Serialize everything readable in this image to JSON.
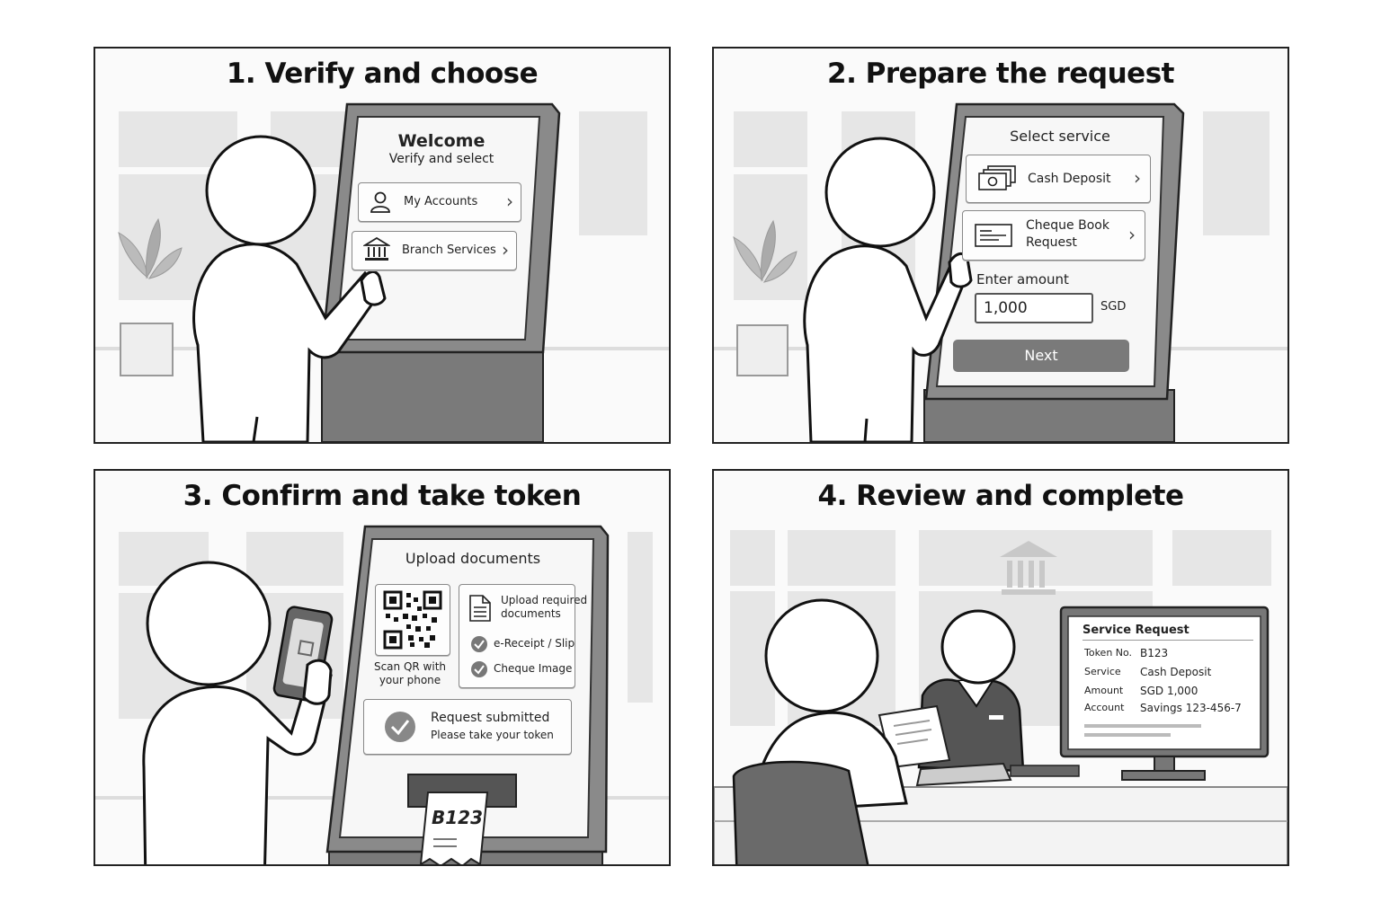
{
  "panels": [
    {
      "title": "1. Verify and choose",
      "screen": {
        "heading": "Welcome",
        "subheading": "Verify and select",
        "options": [
          {
            "label": "My Accounts",
            "icon": "user-icon"
          },
          {
            "label": "Branch Services",
            "icon": "bank-icon"
          }
        ]
      }
    },
    {
      "title": "2. Prepare the request",
      "screen": {
        "heading": "Select service",
        "options": [
          {
            "label": "Cash Deposit",
            "icon": "cash-icon"
          },
          {
            "label_line1": "Cheque Book",
            "label_line2": "Request",
            "icon": "cheque-icon"
          }
        ],
        "amount_label": "Enter amount",
        "amount_value": "1,000",
        "currency": "SGD",
        "next_label": "Next"
      }
    },
    {
      "title": "3. Confirm and take token",
      "screen": {
        "heading": "Upload documents",
        "qr_caption_line1": "Scan QR with",
        "qr_caption_line2": "your phone",
        "upload_line1": "Upload required",
        "upload_line2": "documents",
        "checklist": [
          "e-Receipt / Slip",
          "Cheque Image"
        ],
        "status_title": "Request submitted",
        "status_sub": "Please take your token",
        "token": "B123"
      }
    },
    {
      "title": "4. Review and complete",
      "monitor": {
        "title": "Service Request",
        "rows": [
          {
            "label": "Token No.",
            "value": "B123"
          },
          {
            "label": "Service",
            "value": "Cash Deposit"
          },
          {
            "label": "Amount",
            "value": "SGD 1,000"
          },
          {
            "label": "Account",
            "value": "Savings 123-456-7"
          }
        ]
      }
    }
  ],
  "colors": {
    "outline": "#222222",
    "kiosk_frame": "#8a8a8a",
    "kiosk_base": "#777777",
    "window": "#e6e6e6",
    "button_fill": "#7a7a7a"
  }
}
